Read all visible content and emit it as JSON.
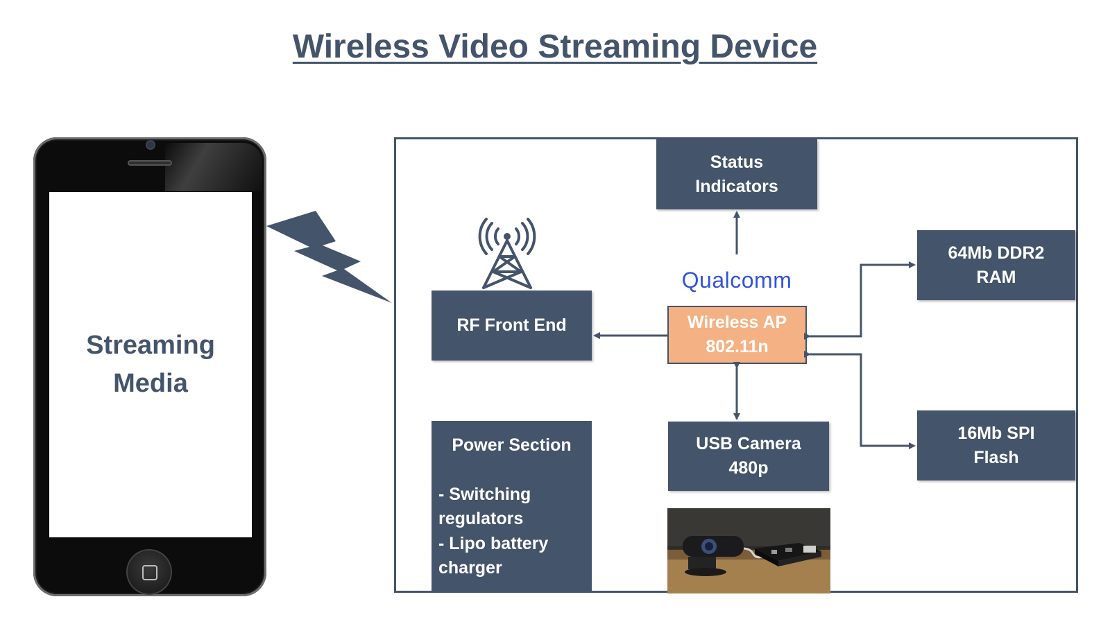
{
  "title": "Wireless Video Streaming Device",
  "phone": {
    "screen_text_line1": "Streaming",
    "screen_text_line2": "Media"
  },
  "blocks": {
    "status": {
      "line1": "Status",
      "line2": "Indicators"
    },
    "rf": {
      "line1": "RF Front End"
    },
    "wireless_ap": {
      "line1": "Wireless AP",
      "line2": "802.11n"
    },
    "ram": {
      "line1": "64Mb DDR2",
      "line2": "RAM"
    },
    "flash": {
      "line1": "16Mb SPI",
      "line2": "Flash"
    },
    "camera": {
      "line1": "USB Camera",
      "line2": "480p"
    },
    "power": {
      "title": "Power Section",
      "item1_line1": "- Switching",
      "item1_line2": "regulators",
      "item2_line1": "- Lipo battery",
      "item2_line2": "charger"
    }
  },
  "logo": "Qualcomm",
  "colors": {
    "block": "#44546a",
    "highlight_block": "#f4b183",
    "logo": "#3253dc"
  },
  "icons": [
    "antenna-tower-icon",
    "lightning-bolt-icon",
    "camera-board-photo"
  ]
}
